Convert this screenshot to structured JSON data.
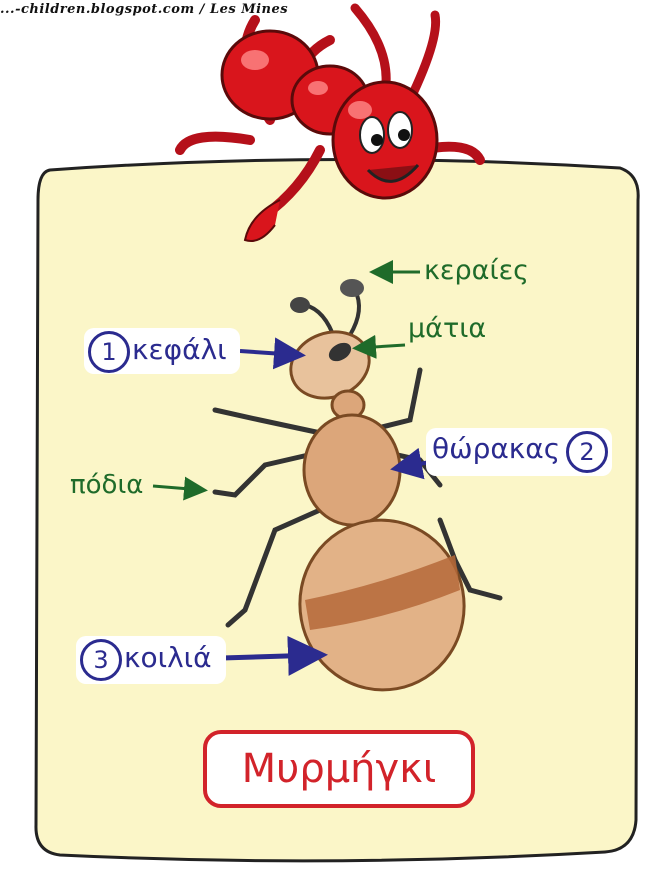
{
  "credit": "...-children.blogspot.com / Les Mines",
  "title": "Μυρμήγκι",
  "colors": {
    "paper": "#fbf6c8",
    "ant_body": "#d89c6b",
    "cartoon_ant": "#d9151c",
    "label_blue": "#2b2b8f",
    "label_green": "#1f6b2a",
    "title_red": "#d2232a"
  },
  "labels": {
    "head": {
      "number": "1",
      "text": "κεφάλι"
    },
    "thorax": {
      "number": "2",
      "text": "θώρακας"
    },
    "abdomen": {
      "number": "3",
      "text": "κοιλιά"
    },
    "antennae": "κεραίες",
    "eyes": "μάτια",
    "legs": "πόδια"
  }
}
